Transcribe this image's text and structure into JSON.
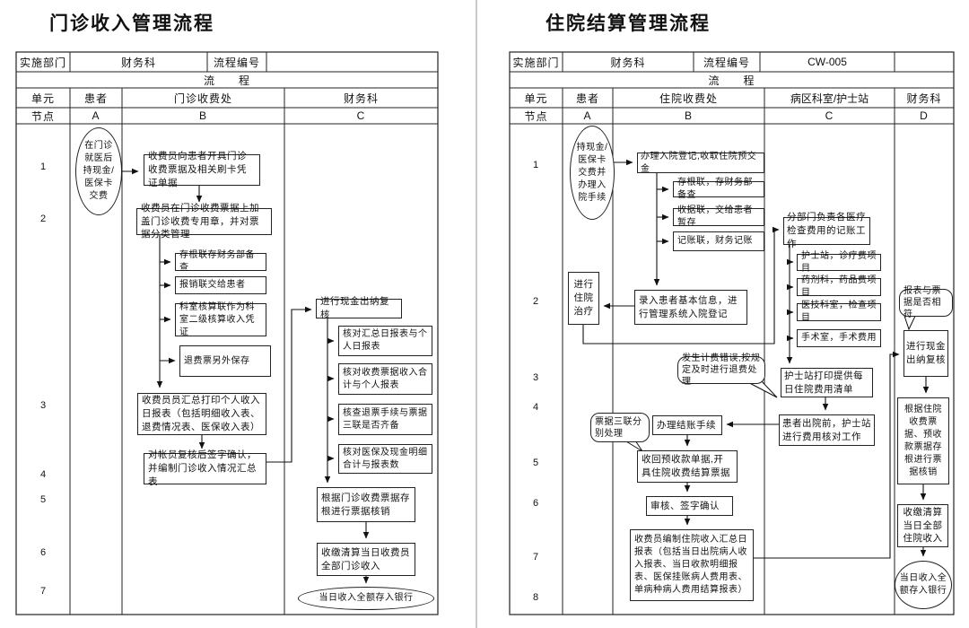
{
  "p1": {
    "title": "门诊收入管理流程",
    "header": {
      "impl_label": "实施部门",
      "impl_value": "财务科",
      "code_label": "流程编号",
      "code_value": "",
      "flow_label": "流　　程",
      "unit_label": "单元",
      "node_label": "节点",
      "units": [
        "患者",
        "门诊收费处",
        "财务科"
      ],
      "node_ids": [
        "A",
        "B",
        "C"
      ]
    },
    "node_numbers": [
      "1",
      "2",
      "3",
      "4",
      "5",
      "6",
      "7"
    ],
    "steps": {
      "a1": "在门诊就医后持现金/医保卡交费",
      "b1": "收费员向患者开具门诊收费票据及相关刷卡凭证单据",
      "b2": "收费员在门诊收费票据上加盖门诊收费专用章，并对票据分类管理",
      "b2_1": "存根联存财务部备查",
      "b2_2": "报销联交给患者",
      "b2_3": "科室核算联作为科室二级核算收入凭证",
      "b2_4": "退费票另外保存",
      "b3": "收费员员汇总打印个人收入日报表（包括明细收入表、退费情况表、医保收入表）",
      "b4": "对帐员复核后签字确认，并编制门诊收入情况汇总表",
      "c1": "进行现金出纳复核",
      "c1_1": "核对汇总日报表与个人日报表",
      "c1_2": "核对收费票据收入合计与个人报表",
      "c1_3": "核查退票手续与票据三联是否齐备",
      "c1_4": "核对医保及现金明细合计与报表数",
      "c2": "根据门诊收费票据存根进行票据核销",
      "c3": "收缴清算当日收费员全部门诊收入",
      "c4": "当日收入全额存入银行"
    }
  },
  "p2": {
    "title": "住院结算管理流程",
    "header": {
      "impl_label": "实施部门",
      "impl_value": "财务科",
      "code_label": "流程编号",
      "code_value": "CW-005",
      "flow_label": "流　　程",
      "unit_label": "单元",
      "node_label": "节点",
      "units": [
        "患者",
        "住院收费处",
        "病区科室/护士站",
        "财务科"
      ],
      "node_ids": [
        "A",
        "B",
        "C",
        "D"
      ]
    },
    "node_numbers": [
      "1",
      "2",
      "3",
      "4",
      "5",
      "6",
      "7",
      "8"
    ],
    "steps": {
      "a1": "持现金/医保卡交费并办理入院手续",
      "a2": "进行住院治疗",
      "b1": "办理入院登记,收取住院预交金",
      "b1_1": "存根联，存财务部备查",
      "b1_2": "收据联，交给患者暂存",
      "b1_3": "记账联，财务记账",
      "b2": "录入患者基本信息，进行管理系统入院登记",
      "b3": "办理结账手续",
      "b4": "收回预收款单据,开具住院收费结算票据",
      "b5": "审核、签字确认",
      "b6": "收费员编制住院收入汇总日报表（包括当日出院病人收入报表、当日收款明细报表、医保挂账病人费用表、单病种病人费用结算报表）",
      "c1": "分部门负责各医疗检查费用的记账工作",
      "c1_1": "护士站，诊疗费项目",
      "c1_2": "药剂科，药品费项目",
      "c1_3": "医技科室，检查项目",
      "c1_4": "手术室，手术费用",
      "c2": "护士站打印提供每日住院费用清单",
      "c3": "患者出院前，护士站进行费用核对工作",
      "d1": "进行现金出纳复核",
      "d2": "根据住院收费票据、预收款票据存根进行票据核销",
      "d3": "收缴清算当日全部住院收入",
      "d4": "当日收入全额存入银行",
      "note1": "发生计费错误,按规定及时进行退费处理",
      "note2": "票据三联分别处理",
      "note3": "报表与票据是否相符"
    }
  }
}
